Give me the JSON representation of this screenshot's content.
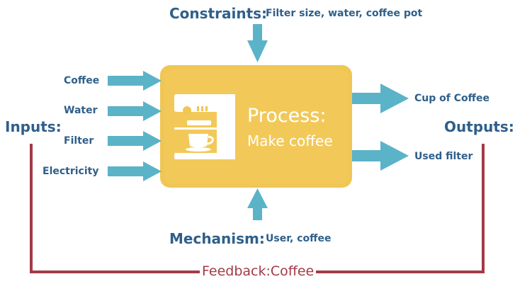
{
  "constraints": {
    "label": "Constraints:",
    "value": "Filter size, water, coffee pot"
  },
  "mechanism": {
    "label": "Mechanism:",
    "value": "User, coffee"
  },
  "inputs": {
    "label": "Inputs:",
    "items": [
      "Coffee",
      "Water",
      "Filter",
      "Electricity"
    ]
  },
  "outputs": {
    "label": "Outputs:",
    "items": [
      "Cup of Coffee",
      "Used filter"
    ]
  },
  "process": {
    "title": "Process:",
    "subtitle": "Make coffee"
  },
  "feedback": {
    "label": "Feedback:Coffee"
  },
  "colors": {
    "box": "#f0c655",
    "box_shade": "#e7b545",
    "arrow": "#5bb3c8",
    "text": "#2f5f8a",
    "feedback": "#a33a47",
    "icon": "#ffffff"
  },
  "icons": {
    "process": "coffee-machine-icon"
  }
}
